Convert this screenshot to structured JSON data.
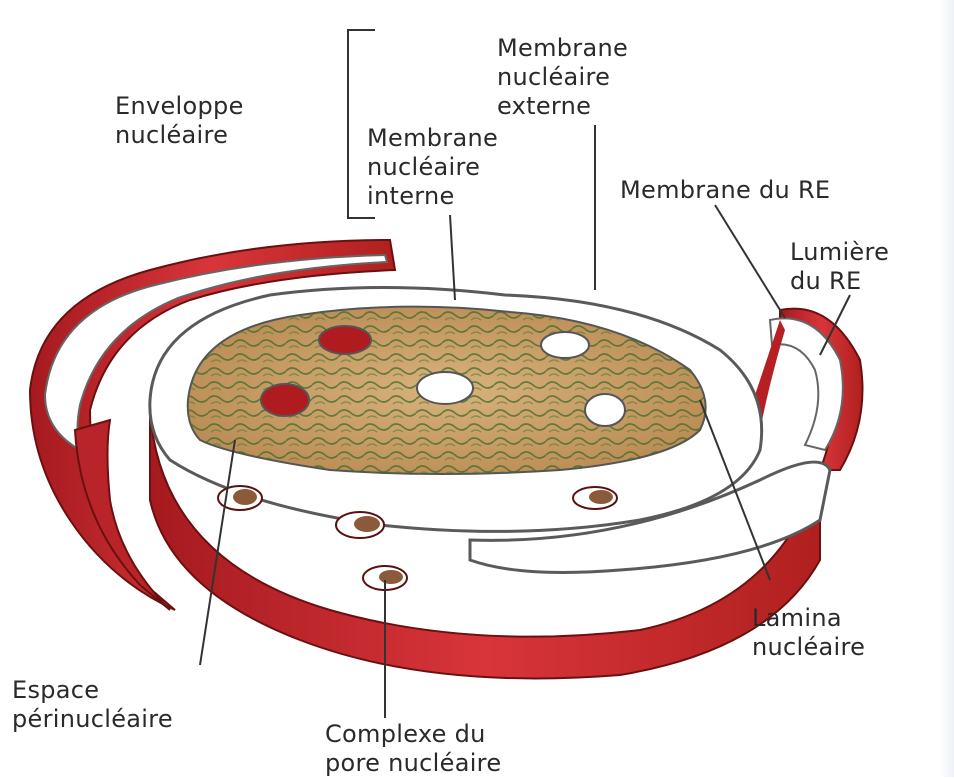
{
  "labels": {
    "enveloppe": [
      "Enveloppe",
      "nucléaire"
    ],
    "membrane_externe": [
      "Membrane",
      "nucléaire",
      "externe"
    ],
    "membrane_interne": [
      "Membrane",
      "nucléaire",
      "interne"
    ],
    "membrane_re": [
      "Membrane du RE"
    ],
    "lumiere_re": [
      "Lumière",
      "du RE"
    ],
    "lamina": [
      "Lamina",
      "nucléaire"
    ],
    "espace": [
      "Espace",
      "périnucléaire"
    ],
    "complexe": [
      "Complexe du",
      "pore nucléaire"
    ]
  },
  "colors": {
    "membrane_red": "#c8262c",
    "membrane_dark": "#8e1418",
    "lumen_white": "#ffffff",
    "outline_gray": "#6b6b6b",
    "nucleoplasm": "#c9a06a",
    "chromatin_green": "#3c6a2a"
  }
}
